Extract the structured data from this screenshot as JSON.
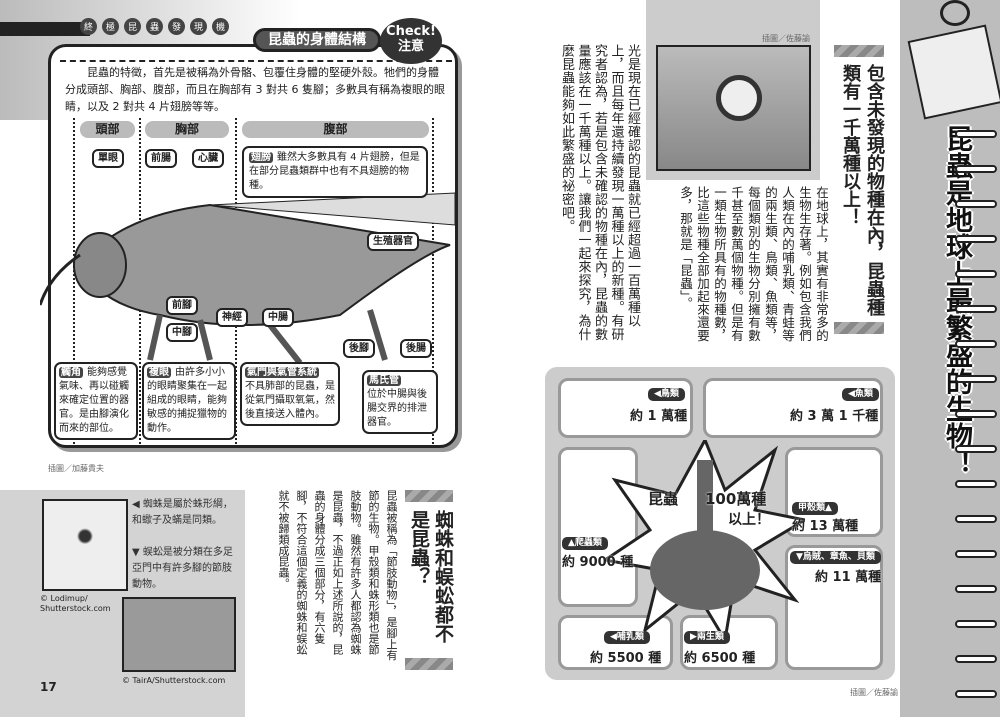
{
  "left_page": {
    "series_title": [
      "終",
      "極",
      "昆",
      "蟲",
      "發",
      "現",
      "機"
    ],
    "section_title": "昆蟲的身體結構",
    "check_label": "Check!",
    "check_sub": "注意",
    "intro": "昆蟲的特徵，首先是被稱為外骨骼、包覆住身體的堅硬外殼。牠們的身體分成頭部、胸部、腹部，而且在胸部有 3 對共 6 隻腳；多數具有稱為複眼的眼睛，以及 2 對共 4 片翅膀等等。",
    "body_parts": [
      "頭部",
      "胸部",
      "腹部"
    ],
    "labels": {
      "ocelli": "單眼",
      "foregut": "前腸",
      "heart": "心臟",
      "reproductive": "生殖器官",
      "foreleg": "前腳",
      "midleg": "中腳",
      "nerve": "神經",
      "midgut": "中腸",
      "hindleg": "後腳",
      "hindgut": "後腸"
    },
    "wing_note": {
      "term": "翅膀",
      "text": "雖然大多數具有 4 片翅膀，但是在部分昆蟲類群中也有不具翅膀的物種。"
    },
    "notes": [
      {
        "term": "觸角",
        "text": "能夠感覺氣味、再以碰觸來確定位置的器官。是由腳演化而來的部位。"
      },
      {
        "term": "複眼",
        "text": "由許多小小的眼睛聚集在一起組成的眼睛，能夠敏感的捕捉獵物的動作。"
      },
      {
        "term": "氣門與氣管系統",
        "text": "不具肺部的昆蟲，是從氣門攝取氧氣，然後直接送入體內。"
      },
      {
        "term": "馬氏管",
        "text": "位於中腸與後腸交界的排泄器官。"
      }
    ],
    "illustration_credit": "插圖／加藤貴夫",
    "spider_caption": "◀ 蜘蛛是屬於蛛形綱，和蠍子及蟎是同類。",
    "spider_credit": "© Lodimup/ Shutterstock.com",
    "centipede_caption": "▼ 蜈蚣是被分類在多足亞門中有許多腳的節肢動物。",
    "centipede_credit": "© TairA/Shutterstock.com",
    "page_number": "17",
    "side_title": "蜘蛛和蜈蚣都不是昆蟲？",
    "side_text": "昆蟲被稱為「節肢動物」，是腳上有節的生物。甲殼類和蛛形類也是節肢動物。雖然有許多人都認為蜘蛛是昆蟲，不過正如上述所說的，昆蟲的身體分成三個部分，有六隻腳，不符合這個定義的蜘蛛和蜈蚣就不被歸類成昆蟲。"
  },
  "right_page": {
    "illustration_credit": "插圖／佐藤諭",
    "subtitle": "包含未發現的物種在內，昆蟲種類有一千萬種以上！",
    "para1": "在地球上，其實有非常多的生物生存著。例如包含我們人類在內的哺乳類、青蛙等的兩生類、鳥類、魚類等，每個類別的生物分別擁有數千甚至數萬個物種。但是有一類生物所具有的物種數，比這些物種全部加起來還要多，那就是「昆蟲」。",
    "para2": "光是現在已經確認的昆蟲就已經超過一百萬種以上，而且每年還持續發現一萬種以上的新種。有研究者認為，若是包含未確認的物種在內，昆蟲的數量應該在一千萬種以上。讓我們一起來探究，為什麼昆蟲能夠如此繁盛的祕密吧。",
    "chart": {
      "insects": {
        "label": "昆蟲",
        "count": "100萬種",
        "suffix": "以上！"
      },
      "groups": [
        {
          "label": "◀鳥類",
          "count": "約 1 萬種"
        },
        {
          "label": "◀魚類",
          "count": "約 3 萬 1 千種"
        },
        {
          "label": "甲殼類▲",
          "count": "約 13 萬種"
        },
        {
          "label": "▲爬蟲類",
          "count": "約 9000 種"
        },
        {
          "label": "▼烏賊、章魚、貝類",
          "count": "約 11 萬種"
        },
        {
          "label": "◀哺乳類",
          "count": "約 5500 種"
        },
        {
          "label": "▶兩生類",
          "count": "約 6500 種"
        }
      ],
      "credit": "插圖／佐藤諭"
    },
    "main_title": "昆蟲是地球上最繁盛的生物！"
  }
}
